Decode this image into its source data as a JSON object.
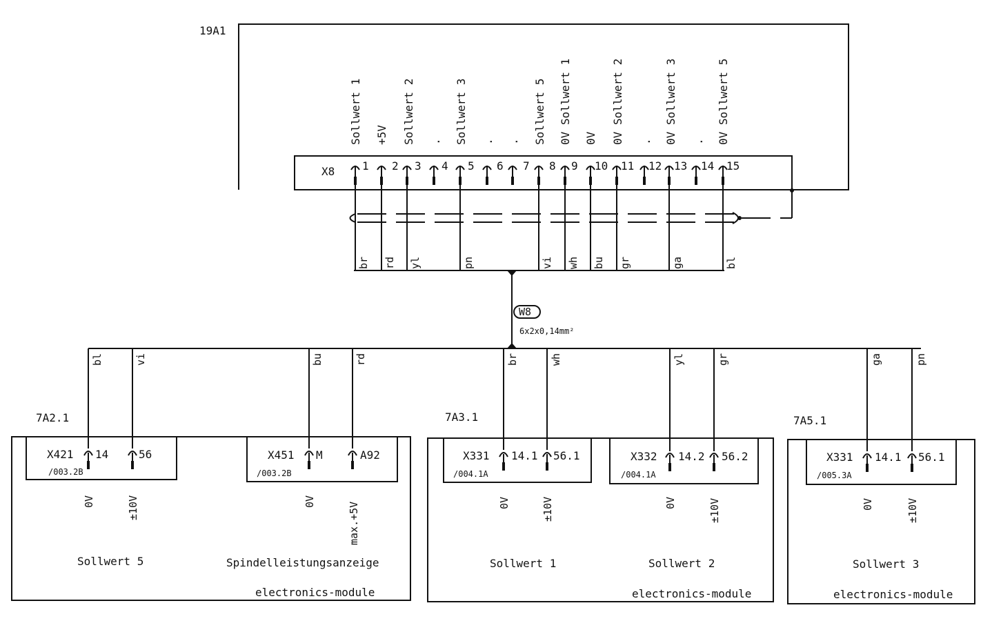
{
  "top_unit": {
    "id": "19A1",
    "connector": "X8",
    "pin_signals": [
      "Sollwert 1",
      "+5V",
      "Sollwert 2",
      ".",
      "Sollwert 3",
      ".",
      ".",
      "Sollwert 5",
      "0V Sollwert 1",
      "0V",
      "0V Sollwert 2",
      ".",
      "0V Sollwert 3",
      ".",
      "0V Sollwert 5"
    ],
    "pin_numbers": [
      "1",
      "2",
      "3",
      "4",
      "5",
      "6",
      "7",
      "8",
      "9",
      "10",
      "11",
      "12",
      "13",
      "14",
      "15"
    ],
    "wire_colors": [
      "br",
      "rd",
      "yl",
      "pn",
      "vi",
      "wh",
      "bu",
      "gr",
      "ga",
      "bl"
    ]
  },
  "cable": {
    "id": "W8",
    "spec": "6x2x0,14mm²"
  },
  "modules": [
    {
      "id": "7A2.1",
      "footer": "electronics-module",
      "wire_colors": [
        "bl",
        "vi",
        "bu",
        "rd"
      ],
      "connectors": [
        {
          "name": "X421",
          "ref": "/003.2B",
          "pins": [
            "14",
            "56"
          ],
          "signals": [
            "0V",
            "±10V"
          ],
          "title": "Sollwert 5"
        },
        {
          "name": "X451",
          "ref": "/003.2B",
          "pins": [
            "M",
            "A92"
          ],
          "signals": [
            "0V",
            "max.+5V"
          ],
          "title": "Spindelleistungsanzeige"
        }
      ]
    },
    {
      "id": "7A3.1",
      "footer": "electronics-module",
      "wire_colors": [
        "br",
        "wh",
        "yl",
        "gr"
      ],
      "connectors": [
        {
          "name": "X331",
          "ref": "/004.1A",
          "pins": [
            "14.1",
            "56.1"
          ],
          "signals": [
            "0V",
            "±10V"
          ],
          "title": "Sollwert 1"
        },
        {
          "name": "X332",
          "ref": "/004.1A",
          "pins": [
            "14.2",
            "56.2"
          ],
          "signals": [
            "0V",
            "±10V"
          ],
          "title": "Sollwert 2"
        }
      ]
    },
    {
      "id": "7A5.1",
      "footer": "electronics-module",
      "wire_colors": [
        "ga",
        "pn"
      ],
      "connectors": [
        {
          "name": "X331",
          "ref": "/005.3A",
          "pins": [
            "14.1",
            "56.1"
          ],
          "signals": [
            "0V",
            "±10V"
          ],
          "title": "Sollwert 3"
        }
      ]
    }
  ]
}
